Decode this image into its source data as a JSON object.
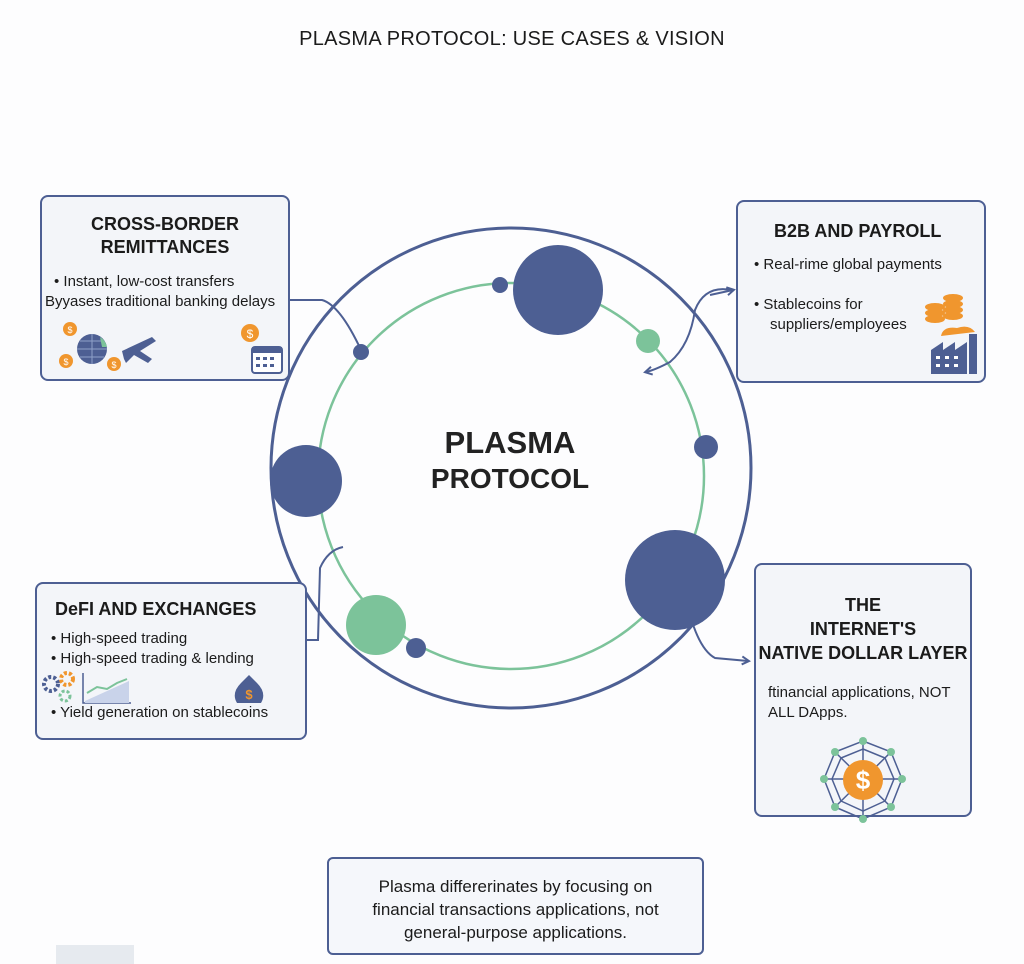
{
  "title": "PLASMA PROTOCOL: USE CASES & VISION",
  "center": {
    "line1": "PLASMA",
    "line2": "PROTOCOL"
  },
  "colors": {
    "blue": "#4d5f93",
    "green": "#7cc39a",
    "orange": "#f0962e",
    "box_bg": "#f3f5f9"
  },
  "cards": {
    "remittances": {
      "title_line1": "CROSS-BORDER",
      "title_line2": "REMITTANCES",
      "bullet1": "• Instant, low-cost transfers",
      "bullet2": "Byyases traditional banking delays",
      "icons": [
        "dollar-coin-icon",
        "globe-icon",
        "airplane-icon",
        "calendar-icon"
      ]
    },
    "b2b": {
      "title": "B2B AND PAYROLL",
      "bullet1": "• Real-rime global payments",
      "bullet2_line1": "• Stablecoins for",
      "bullet2_line2": "suppliers/employees",
      "icons": [
        "coin-stack-icon",
        "factory-icon"
      ]
    },
    "defi": {
      "title": "DeFI AND EXCHANGES",
      "bullet1": "• High-speed trading",
      "bullet2": "• High-speed trading & lending",
      "bullet3": "• Yield generation on stablecoins",
      "icons": [
        "gears-icon",
        "chart-icon",
        "money-bag-icon"
      ]
    },
    "dollar_layer": {
      "title_line1": "THE",
      "title_line2": "INTERNET'S",
      "title_line3": "NATIVE DOLLAR LAYER",
      "body_line1": "ftinancial applications, NOT",
      "body_line2": "ALL DApps.",
      "icons": [
        "dollar-network-icon"
      ]
    }
  },
  "footer": {
    "line1": "Plasma differerinates by focusing on",
    "line2": "financial transactions applications, not",
    "line3": "general-purpose applications."
  }
}
